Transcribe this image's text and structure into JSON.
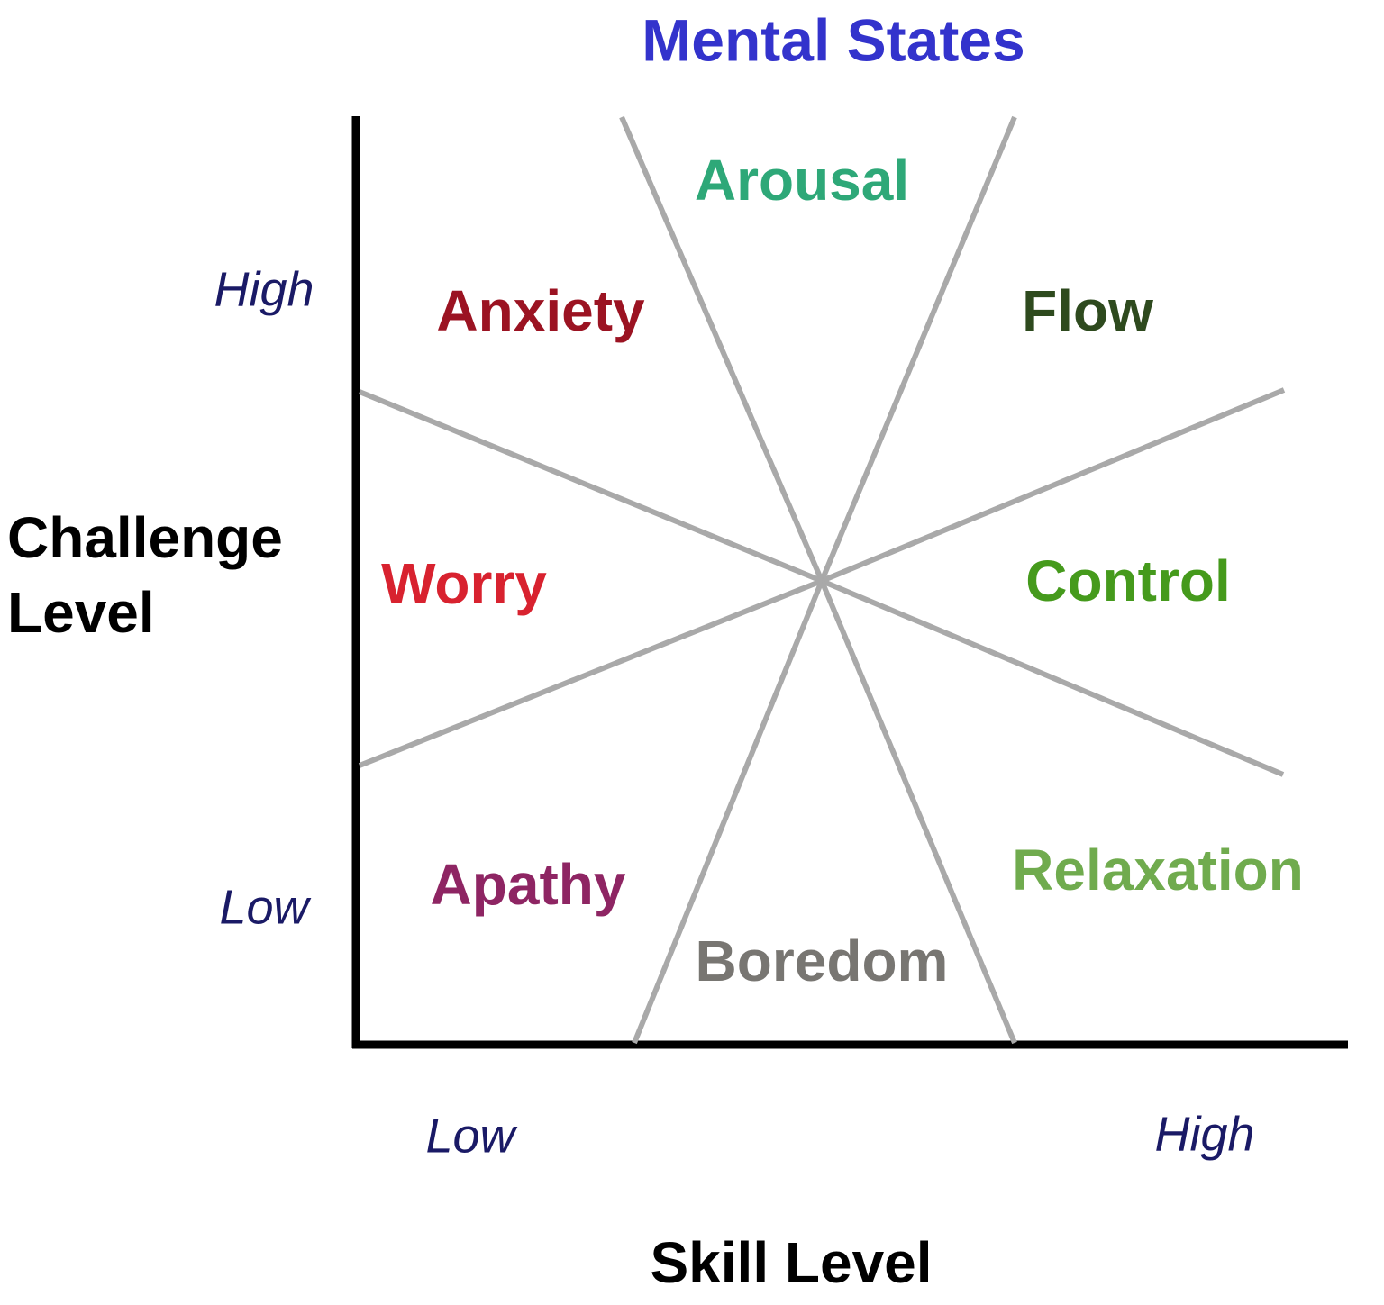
{
  "title": {
    "text": "Mental States",
    "color": "#3333cc"
  },
  "diagram": {
    "axis_color": "#000000",
    "boundary_color": "#a9a9a9",
    "extreme_label_color": "#1a1a66"
  },
  "axes": {
    "y_label": "Challenge\nLevel",
    "x_label": "Skill Level",
    "y_high": "High",
    "y_low": "Low",
    "x_low": "Low",
    "x_high": "High"
  },
  "regions": [
    {
      "key": "arousal",
      "label": "Arousal",
      "color": "#2ea878",
      "position": "top"
    },
    {
      "key": "flow",
      "label": "Flow",
      "color": "#2e4a1e",
      "position": "top-right"
    },
    {
      "key": "control",
      "label": "Control",
      "color": "#459a1c",
      "position": "right"
    },
    {
      "key": "relaxation",
      "label": "Relaxation",
      "color": "#70ab4e",
      "position": "bottom-right"
    },
    {
      "key": "boredom",
      "label": "Boredom",
      "color": "#787672",
      "position": "bottom"
    },
    {
      "key": "apathy",
      "label": "Apathy",
      "color": "#8e2563",
      "position": "bottom-left"
    },
    {
      "key": "worry",
      "label": "Worry",
      "color": "#d8222f",
      "position": "left"
    },
    {
      "key": "anxiety",
      "label": "Anxiety",
      "color": "#9b1322",
      "position": "top-left"
    }
  ]
}
